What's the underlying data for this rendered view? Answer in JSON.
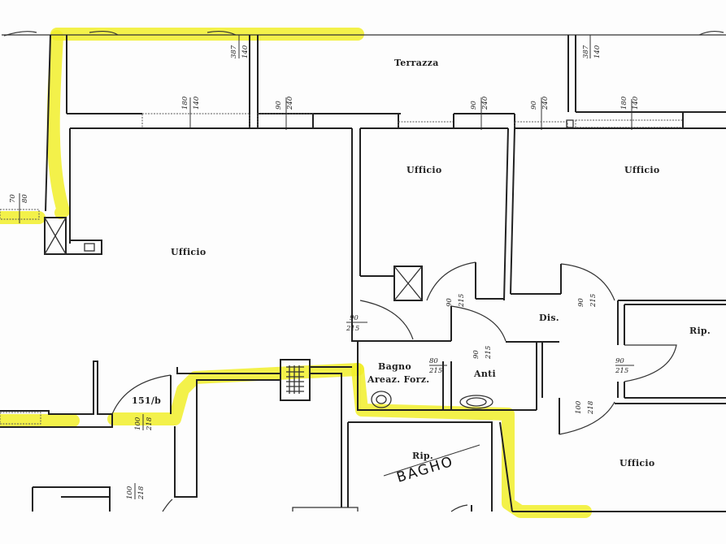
{
  "plan": {
    "highlight_color": "#f1ee2a",
    "wall_color": "#222222",
    "background": "#fdfdfd",
    "rooms": [
      {
        "id": "terrazza",
        "label": "Terrazza"
      },
      {
        "id": "ufficio-left",
        "label": "Ufficio"
      },
      {
        "id": "ufficio-center",
        "label": "Ufficio"
      },
      {
        "id": "ufficio-right",
        "label": "Ufficio"
      },
      {
        "id": "ufficio-bottom-right",
        "label": "Ufficio"
      },
      {
        "id": "dis",
        "label": "Dis."
      },
      {
        "id": "rip-right",
        "label": "Rip."
      },
      {
        "id": "bagno",
        "label": "Bagno"
      },
      {
        "id": "bagno-sub",
        "label": "Areaz. Forz."
      },
      {
        "id": "anti",
        "label": "Anti"
      },
      {
        "id": "rip-bottom",
        "label": "Rip."
      },
      {
        "id": "bagno-handwritten",
        "label": "BAGHO"
      },
      {
        "id": "unit-151b",
        "label": "151/b"
      }
    ],
    "openings": [
      {
        "id": "win-387-140-left",
        "width": "387",
        "height": "140"
      },
      {
        "id": "win-180-140-left",
        "width": "180",
        "height": "140"
      },
      {
        "id": "win-90-240-a",
        "width": "90",
        "height": "240"
      },
      {
        "id": "win-90-240-b",
        "width": "90",
        "height": "240"
      },
      {
        "id": "win-90-240-c",
        "width": "90",
        "height": "240"
      },
      {
        "id": "win-387-140-right",
        "width": "387",
        "height": "140"
      },
      {
        "id": "win-180-140-right",
        "width": "180",
        "height": "140"
      },
      {
        "id": "win-70-80",
        "width": "70",
        "height": "80"
      },
      {
        "id": "door-90-215-left",
        "width": "90",
        "height": "215"
      },
      {
        "id": "door-90-215-ufficio",
        "width": "90",
        "height": "215"
      },
      {
        "id": "door-80-215-bagno",
        "width": "80",
        "height": "215"
      },
      {
        "id": "door-90-215-anti",
        "width": "90",
        "height": "215"
      },
      {
        "id": "door-90-215-dis-top",
        "width": "90",
        "height": "215"
      },
      {
        "id": "door-90-215-rip",
        "width": "90",
        "height": "215"
      },
      {
        "id": "door-90-215-dis-bottom",
        "width": "90",
        "height": "215"
      },
      {
        "id": "door-100-218-entry",
        "width": "100",
        "height": "218"
      },
      {
        "id": "door-100-218-lower",
        "width": "100",
        "height": "218"
      }
    ]
  }
}
